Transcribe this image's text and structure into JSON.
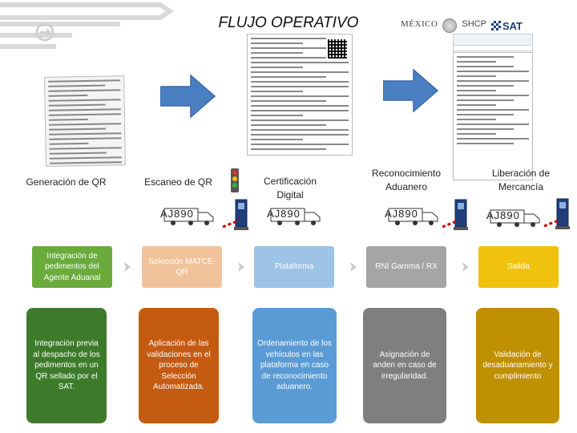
{
  "title": "FLUJO OPERATIVO",
  "logos": {
    "mexico": "MÉXICO",
    "shcp": "SHCP",
    "sat": "SAT"
  },
  "steps": [
    {
      "label": "Generación de QR"
    },
    {
      "label": "Escaneo de QR"
    },
    {
      "label": "Certificación Digital"
    },
    {
      "label": "Reconocimiento Aduanero"
    },
    {
      "label": "Liberación de Mercancía"
    }
  ],
  "trucks": [
    {
      "plate": "AJ890"
    },
    {
      "plate": "AJ890"
    },
    {
      "plate": "AJ890"
    },
    {
      "plate": "AJ890"
    }
  ],
  "process_row1": [
    {
      "text": "Integración de pedimentos del Agente Aduanal",
      "color": "#6aab3c"
    },
    {
      "text": "Selección MATCE-QR",
      "color": "#f2c39a"
    },
    {
      "text": "Plataforma",
      "color": "#9dc3e6"
    },
    {
      "text": "RNI Gamma / RX",
      "color": "#a5a5a5"
    },
    {
      "text": "Salida",
      "color": "#f2c30e"
    }
  ],
  "process_row2": [
    {
      "text": "Integración previa al despacho de los pedimentos en un QR sellado por el SAT.",
      "color": "#3d7b2b"
    },
    {
      "text": "Aplicación de las validaciones en el proceso de Selección Automatizada.",
      "color": "#c55a11"
    },
    {
      "text": "Ordenamiento de los vehículos en las plataforma en caso de reconocimiento aduanero.",
      "color": "#5b9bd5"
    },
    {
      "text": "Asignación de anden en caso de irregularidad.",
      "color": "#7f7f7f"
    },
    {
      "text": "Validación de desaduanamiento y cumplimiento",
      "color": "#bf9000"
    }
  ],
  "icons": {
    "arrow": "right-arrow-icon",
    "truck": "truck-icon",
    "gate": "toll-gate-icon",
    "traffic_light": "traffic-light-icon",
    "chevron": "chevron-right-icon"
  },
  "colors": {
    "arrow_fill": "#4a7fc1",
    "arrow_stroke": "#3a6aa8"
  }
}
